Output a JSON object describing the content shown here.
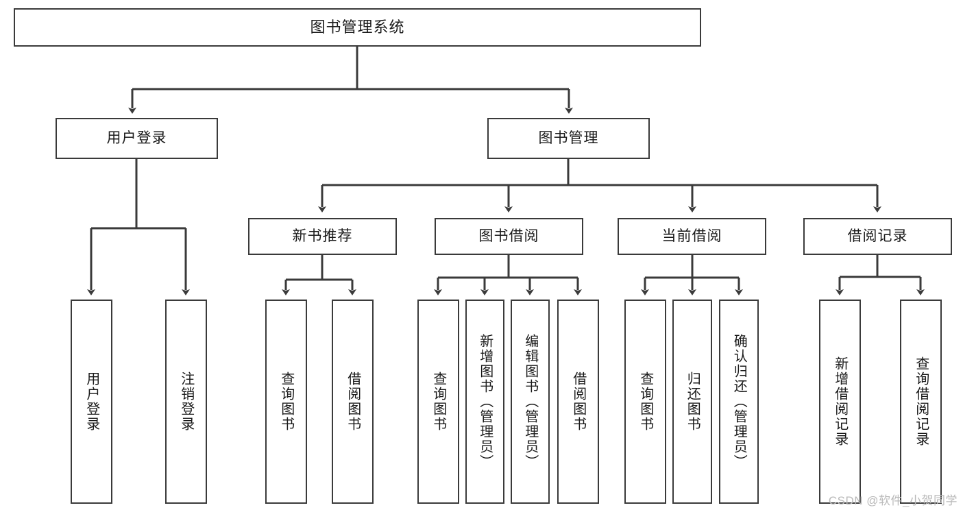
{
  "diagram": {
    "title": "图书管理系统",
    "type": "hierarchy-tree",
    "watermark": "CSDN @软件_小贺同学",
    "colors": {
      "background": "#ffffff",
      "box_border": "#3a3a3a",
      "box_fill": "#ffffff",
      "text": "#1a1a1a",
      "connector": "#3a3a3a",
      "watermark": "#b9b9b9"
    },
    "levels": {
      "root": {
        "label": "图书管理系统"
      },
      "level2": [
        {
          "label": "用户登录"
        },
        {
          "label": "图书管理"
        }
      ],
      "level3": [
        {
          "label": "新书推荐"
        },
        {
          "label": "图书借阅"
        },
        {
          "label": "当前借阅"
        },
        {
          "label": "借阅记录"
        }
      ],
      "leaves": {
        "user_login": [
          {
            "label": "用户登录"
          },
          {
            "label": "注销登录"
          }
        ],
        "new_book_recommend": [
          {
            "label": "查询图书"
          },
          {
            "label": "借阅图书"
          }
        ],
        "book_borrow": [
          {
            "label": "查询图书"
          },
          {
            "label": "新增图书（管理员）"
          },
          {
            "label": "编辑图书（管理员）"
          },
          {
            "label": "借阅图书"
          }
        ],
        "current_borrow": [
          {
            "label": "查询图书"
          },
          {
            "label": "归还图书"
          },
          {
            "label": "确认归还（管理员）"
          }
        ],
        "borrow_record": [
          {
            "label": "新增借阅记录"
          },
          {
            "label": "查询借阅记录"
          }
        ]
      }
    }
  }
}
